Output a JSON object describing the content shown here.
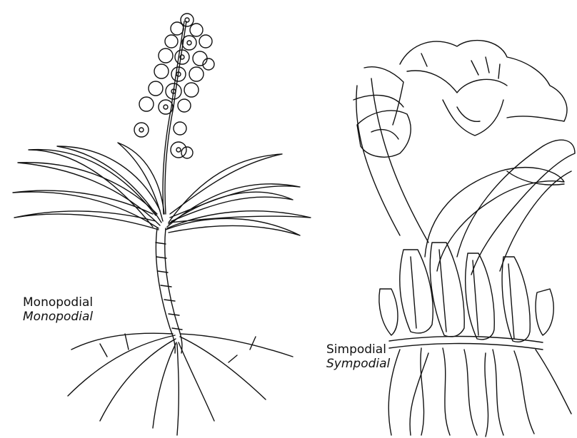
{
  "monopodial": {
    "label": "Monopodial",
    "label_italic": "Monopodial"
  },
  "sympodial": {
    "label": "Simpodial",
    "label_italic": "Sympodial"
  },
  "colors": {
    "ink": "#111111",
    "paper": "#ffffff"
  }
}
